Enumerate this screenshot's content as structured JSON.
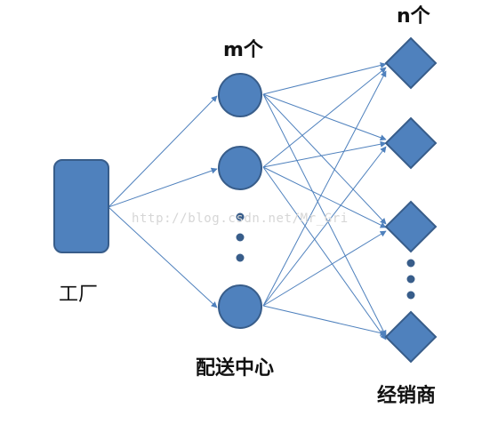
{
  "labels": {
    "factory": "工厂",
    "m_count": "m个",
    "n_count": "n个",
    "distribution_center": "配送中心",
    "dealer": "经销商"
  },
  "watermark": "http://blog.csdn.net/Mr_Gri",
  "colors": {
    "node_fill": "#4F81BD",
    "node_stroke": "#385D8A",
    "edge": "#4F81BD",
    "text": "#111111",
    "watermark": "#d6d6d6"
  }
}
